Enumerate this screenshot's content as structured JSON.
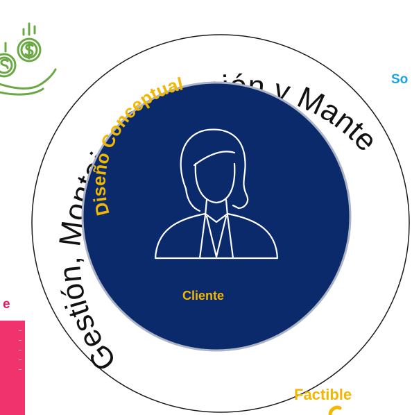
{
  "outer_ring_text": "Gestión, Montaje, Operación y Mantenimiento",
  "inner_arc_text": "Diseño Conceptual",
  "center_label": "Cliente",
  "edge_labels": {
    "top_right": "So",
    "left": "e",
    "bottom_right": "Factible"
  },
  "icons": {
    "top_left": "money-hand-icon",
    "center": "client-person-icon"
  },
  "colors": {
    "inner_circle": "#0b2a6b",
    "inner_circle_border": "#aab4c4",
    "outer_ring_stroke": "#1a1a1a",
    "gold_text": "#f2b705",
    "cyan_text": "#1aa3e8",
    "pink_text": "#e8175d",
    "pink_panel": "#f0336d",
    "icon_green": "#6aa843"
  }
}
